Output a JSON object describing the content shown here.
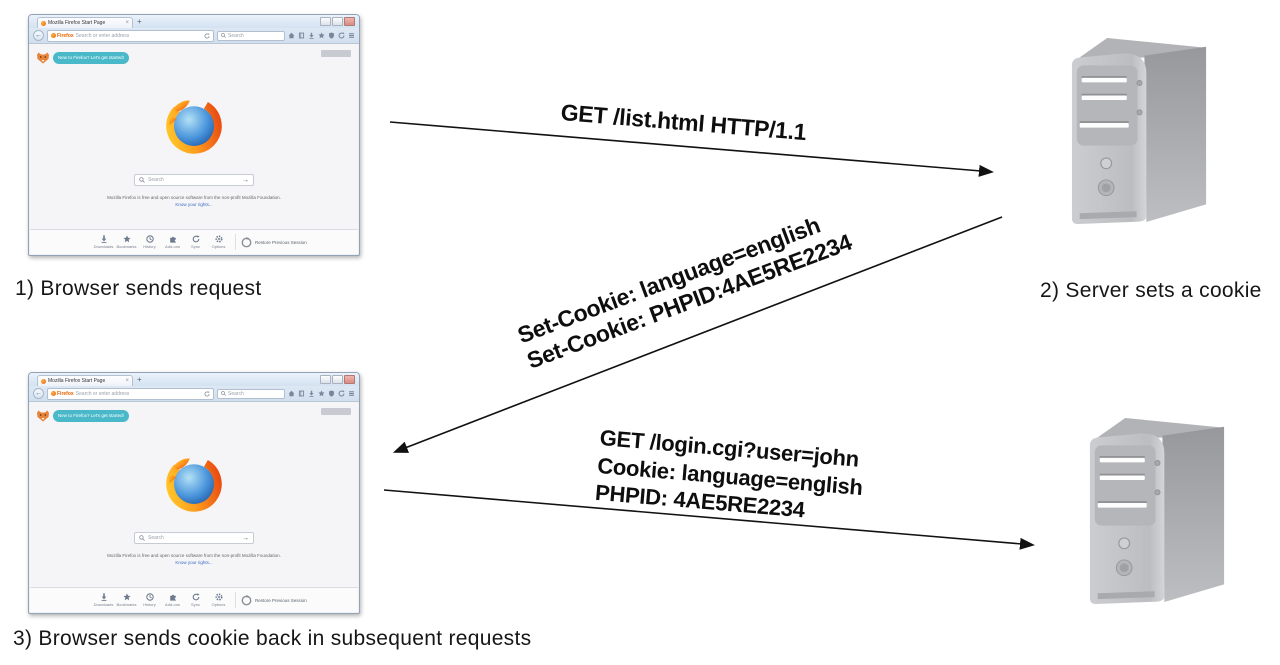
{
  "diagram": {
    "captions": {
      "step1": "1) Browser sends request",
      "step2": "2) Server sets a cookie",
      "step3": "3) Browser sends cookie back in subsequent requests"
    },
    "messages": {
      "request1": "GET /list.html HTTP/1.1",
      "set_cookie": [
        "Set-Cookie: language=english",
        "Set-Cookie: PHPID:4AE5RE2234"
      ],
      "request2": [
        "GET /login.cgi?user=john",
        "Cookie: language=english",
        "PHPID: 4AE5RE2234"
      ]
    }
  },
  "browser": {
    "tab_title": "Mozilla Firefox Start Page",
    "glyphs": {
      "close": "×",
      "new_tab": "+",
      "back": "←",
      "go": "→"
    },
    "urlbar": {
      "badge": "Firefox",
      "placeholder": "Search or enter address"
    },
    "searchbar": {
      "placeholder": "Search"
    },
    "notification_bubble": "New to Firefox? Let's get started!",
    "start_page": {
      "search_placeholder": "Search",
      "blurb": "Mozilla Firefox is free and open source software from the non-profit Mozilla Foundation.",
      "rights_link": "Know your rights..."
    },
    "toolbar": {
      "items": [
        {
          "label": "Downloads"
        },
        {
          "label": "Bookmarks"
        },
        {
          "label": "History"
        },
        {
          "label": "Add-ons"
        },
        {
          "label": "Sync"
        },
        {
          "label": "Options"
        }
      ],
      "restore_label": "Restore Previous Session"
    }
  },
  "colors": {
    "arrow": "#111111",
    "bubble_teal": "#49b8c8",
    "firefox_orange": "#e66000",
    "link_blue": "#3a6bc5",
    "server_gray": "#c0c1c4"
  }
}
